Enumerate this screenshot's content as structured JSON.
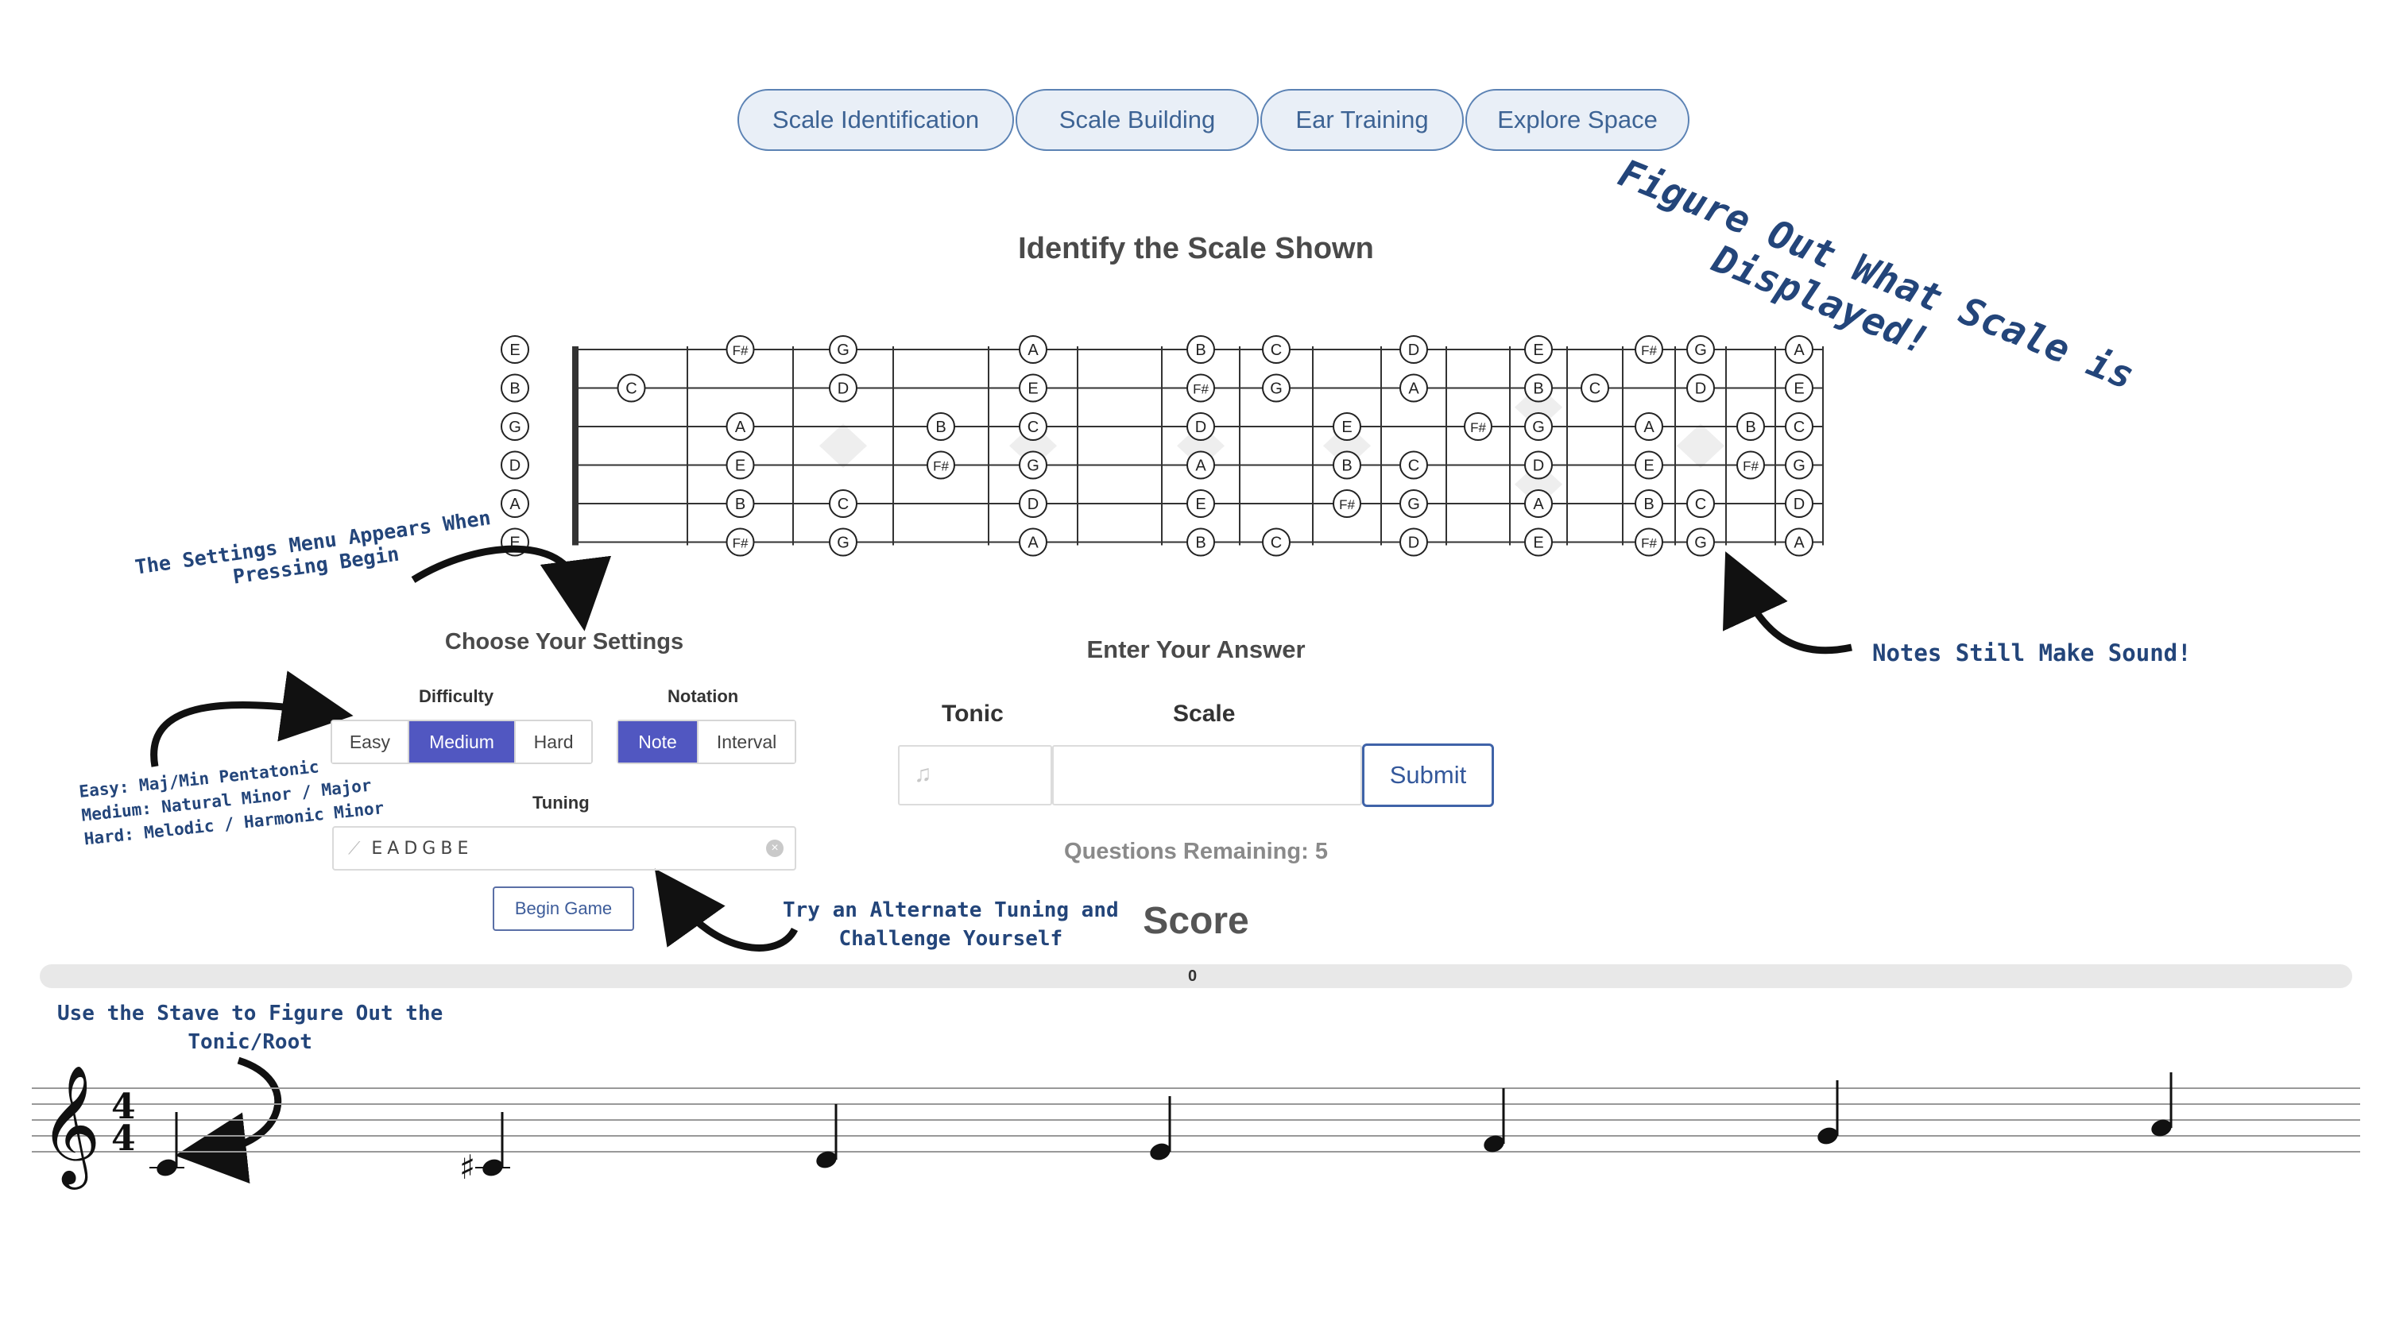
{
  "nav": {
    "tabs": [
      {
        "label": "Scale Identification"
      },
      {
        "label": "Scale Building"
      },
      {
        "label": "Ear Training"
      },
      {
        "label": "Explore Space"
      }
    ]
  },
  "main": {
    "title": "Identify the Scale Shown"
  },
  "fretboard": {
    "open_strings": [
      "E",
      "B",
      "G",
      "D",
      "A",
      "E"
    ],
    "notes": [
      {
        "fret": 1,
        "string": 2,
        "label": "C"
      },
      {
        "fret": 2,
        "string": 1,
        "label": "F#"
      },
      {
        "fret": 2,
        "string": 3,
        "label": "A"
      },
      {
        "fret": 2,
        "string": 4,
        "label": "E"
      },
      {
        "fret": 2,
        "string": 5,
        "label": "B"
      },
      {
        "fret": 2,
        "string": 6,
        "label": "F#"
      },
      {
        "fret": 3,
        "string": 1,
        "label": "G"
      },
      {
        "fret": 3,
        "string": 2,
        "label": "D"
      },
      {
        "fret": 3,
        "string": 5,
        "label": "C"
      },
      {
        "fret": 3,
        "string": 6,
        "label": "G"
      },
      {
        "fret": 4,
        "string": 3,
        "label": "B"
      },
      {
        "fret": 4,
        "string": 4,
        "label": "F#"
      },
      {
        "fret": 5,
        "string": 1,
        "label": "A"
      },
      {
        "fret": 5,
        "string": 2,
        "label": "E"
      },
      {
        "fret": 5,
        "string": 3,
        "label": "C"
      },
      {
        "fret": 5,
        "string": 4,
        "label": "G"
      },
      {
        "fret": 5,
        "string": 5,
        "label": "D"
      },
      {
        "fret": 5,
        "string": 6,
        "label": "A"
      },
      {
        "fret": 7,
        "string": 1,
        "label": "B"
      },
      {
        "fret": 7,
        "string": 2,
        "label": "F#"
      },
      {
        "fret": 7,
        "string": 3,
        "label": "D"
      },
      {
        "fret": 7,
        "string": 4,
        "label": "A"
      },
      {
        "fret": 7,
        "string": 5,
        "label": "E"
      },
      {
        "fret": 7,
        "string": 6,
        "label": "B"
      },
      {
        "fret": 8,
        "string": 1,
        "label": "C"
      },
      {
        "fret": 8,
        "string": 2,
        "label": "G"
      },
      {
        "fret": 8,
        "string": 6,
        "label": "C"
      },
      {
        "fret": 9,
        "string": 3,
        "label": "E"
      },
      {
        "fret": 9,
        "string": 4,
        "label": "B"
      },
      {
        "fret": 9,
        "string": 5,
        "label": "F#"
      },
      {
        "fret": 10,
        "string": 1,
        "label": "D"
      },
      {
        "fret": 10,
        "string": 2,
        "label": "A"
      },
      {
        "fret": 10,
        "string": 4,
        "label": "C"
      },
      {
        "fret": 10,
        "string": 5,
        "label": "G"
      },
      {
        "fret": 10,
        "string": 6,
        "label": "D"
      },
      {
        "fret": 11,
        "string": 3,
        "label": "F#"
      },
      {
        "fret": 12,
        "string": 1,
        "label": "E"
      },
      {
        "fret": 12,
        "string": 2,
        "label": "B"
      },
      {
        "fret": 12,
        "string": 3,
        "label": "G"
      },
      {
        "fret": 12,
        "string": 4,
        "label": "D"
      },
      {
        "fret": 12,
        "string": 5,
        "label": "A"
      },
      {
        "fret": 12,
        "string": 6,
        "label": "E"
      },
      {
        "fret": 13,
        "string": 2,
        "label": "C"
      },
      {
        "fret": 14,
        "string": 1,
        "label": "F#"
      },
      {
        "fret": 14,
        "string": 3,
        "label": "A"
      },
      {
        "fret": 14,
        "string": 4,
        "label": "E"
      },
      {
        "fret": 14,
        "string": 5,
        "label": "B"
      },
      {
        "fret": 14,
        "string": 6,
        "label": "F#"
      },
      {
        "fret": 15,
        "string": 1,
        "label": "G"
      },
      {
        "fret": 15,
        "string": 2,
        "label": "D"
      },
      {
        "fret": 15,
        "string": 5,
        "label": "C"
      },
      {
        "fret": 15,
        "string": 6,
        "label": "G"
      },
      {
        "fret": 16,
        "string": 3,
        "label": "B"
      },
      {
        "fret": 16,
        "string": 4,
        "label": "F#"
      },
      {
        "fret": 17,
        "string": 1,
        "label": "A"
      },
      {
        "fret": 17,
        "string": 2,
        "label": "E"
      },
      {
        "fret": 17,
        "string": 3,
        "label": "C"
      },
      {
        "fret": 17,
        "string": 4,
        "label": "G"
      },
      {
        "fret": 17,
        "string": 5,
        "label": "D"
      },
      {
        "fret": 17,
        "string": 6,
        "label": "A"
      }
    ]
  },
  "settings": {
    "title": "Choose Your Settings",
    "difficulty": {
      "label": "Difficulty",
      "options": [
        "Easy",
        "Medium",
        "Hard"
      ],
      "selected": "Medium"
    },
    "notation": {
      "label": "Notation",
      "options": [
        "Note",
        "Interval"
      ],
      "selected": "Note"
    },
    "tuning": {
      "label": "Tuning",
      "value": "EADGBE"
    },
    "begin_label": "Begin Game"
  },
  "answer": {
    "title": "Enter Your Answer",
    "tonic_label": "Tonic",
    "scale_label": "Scale",
    "submit_label": "Submit",
    "remaining": "Questions Remaining: 5"
  },
  "score": {
    "label": "Score",
    "value": "0",
    "progress": 0
  },
  "annotations": {
    "figure_out": [
      "Figure Out What Scale is",
      "Displayed!"
    ],
    "settings_menu": [
      "The Settings Menu Appears When",
      "Pressing Begin"
    ],
    "notes_sound": "Notes Still Make Sound!",
    "difficulty_levels": [
      "Easy: Maj/Min Pentatonic",
      "Medium: Natural Minor / Major",
      "Hard: Melodic / Harmonic Minor"
    ],
    "alt_tuning": [
      "Try an Alternate Tuning and",
      "Challenge Yourself"
    ],
    "stave_hint": [
      "Use the Stave to Figure Out the",
      "Tonic/Root"
    ]
  },
  "stave": {
    "time_signature": [
      "4",
      "4"
    ],
    "notes": [
      {
        "pitch": "C4",
        "accidental": ""
      },
      {
        "pitch": "C#4",
        "accidental": "♯"
      },
      {
        "pitch": "D4",
        "accidental": ""
      },
      {
        "pitch": "E4",
        "accidental": ""
      },
      {
        "pitch": "F4",
        "accidental": ""
      },
      {
        "pitch": "G4",
        "accidental": ""
      },
      {
        "pitch": "A4",
        "accidental": ""
      }
    ]
  },
  "colors": {
    "accent": "#5157c1",
    "tab_border": "#5b82b4",
    "annotation": "#23457a"
  }
}
